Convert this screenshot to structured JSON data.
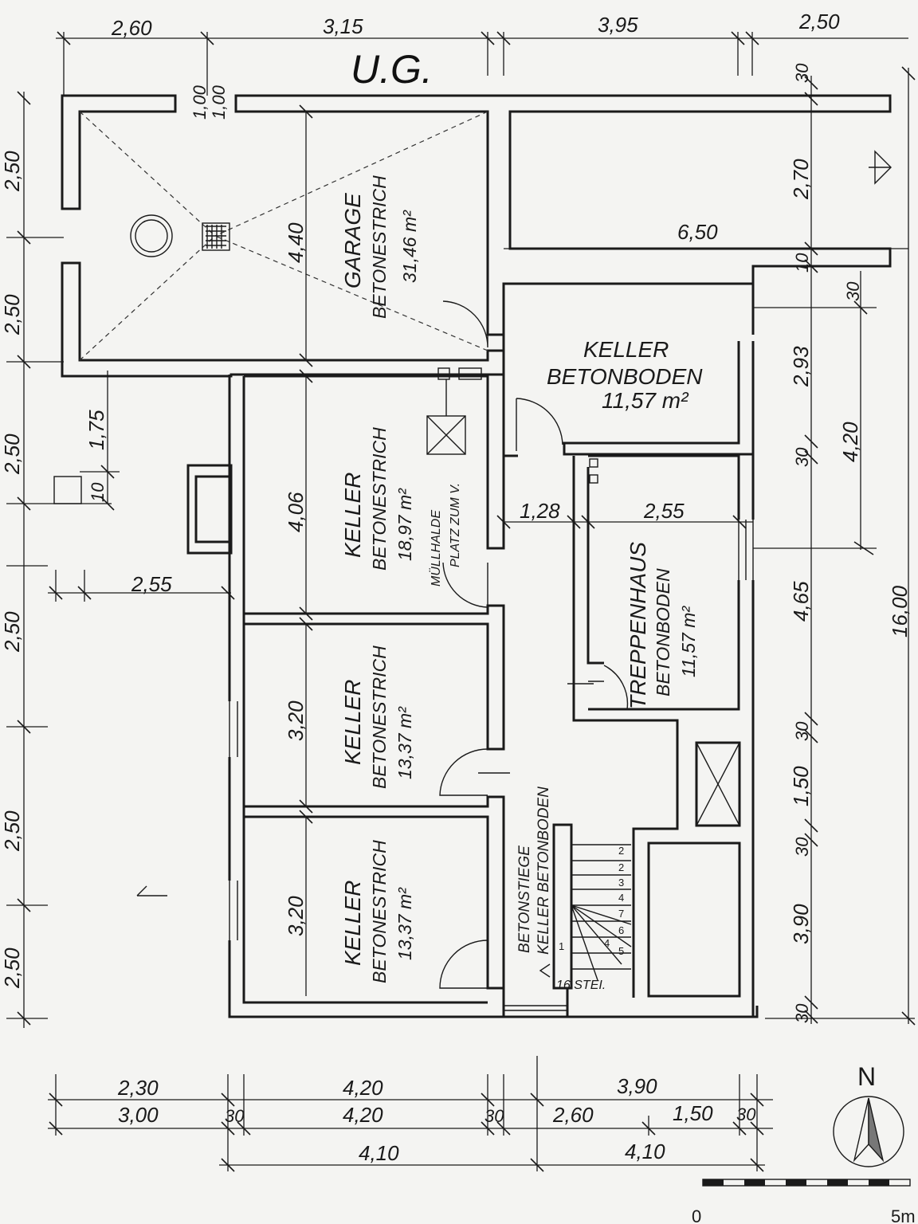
{
  "title": "U.G.",
  "rooms": {
    "garage": {
      "name": "GARAGE",
      "floor": "BETONESTRICH",
      "area": "31,46 m²"
    },
    "keller_ne": {
      "name": "KELLER",
      "floor": "BETONBODEN",
      "area": "11,57 m²"
    },
    "keller_1": {
      "name": "KELLER",
      "floor": "BETONESTRICH",
      "area": "18,97 m²",
      "note1": "MÜLLHALDE",
      "note2": "PLATZ ZUM V."
    },
    "keller_2": {
      "name": "KELLER",
      "floor": "BETONESTRICH",
      "area": "13,37 m²"
    },
    "keller_3": {
      "name": "KELLER",
      "floor": "BETONESTRICH",
      "area": "13,37 m²"
    },
    "treppenhaus": {
      "name": "TREPPENHAUS",
      "floor": "BETONBODEN",
      "area": "11,57 m²"
    },
    "stiege": {
      "line1": "BETONSTIEGE",
      "line2": "KELLER  BETONBODEN",
      "steps_label": "16 STEI."
    }
  },
  "stair_numbers": [
    "2",
    "2",
    "3",
    "4",
    "7",
    "6",
    "5",
    "4",
    "1"
  ],
  "dimensions": {
    "top": [
      "2,60",
      "3,15",
      "3,95",
      "2,50"
    ],
    "left_outer": [
      "2,50",
      "2,50",
      "2,50",
      "2,50",
      "2,50",
      "2,50"
    ],
    "left_inner": [
      "1,75",
      "10"
    ],
    "left_horizontal": "2,55",
    "garage_top": [
      "1,00",
      "1,00"
    ],
    "garage_depth": "4,40",
    "terrace_width": "6,50",
    "right_inner": [
      "30",
      "2,70",
      "10",
      "2,93",
      "30",
      "4,65",
      "30",
      "1,50",
      "30",
      "3,90",
      "30"
    ],
    "right_30": "30",
    "right_420": "4,20",
    "right_total": "16,00",
    "room_depths": [
      "4,06",
      "3,20",
      "3,20"
    ],
    "corridor_width": "1,28",
    "treppenhaus_width": "2,55",
    "bottom_row1": [
      "2,30",
      "4,20",
      "3,90"
    ],
    "bottom_row2": [
      "3,00",
      "30",
      "4,20",
      "30",
      "2,60",
      "1,50",
      "30"
    ],
    "bottom_row3": [
      "4,10",
      "4,10"
    ]
  },
  "north_label": "N",
  "scale_labels": [
    "0",
    "5m"
  ]
}
